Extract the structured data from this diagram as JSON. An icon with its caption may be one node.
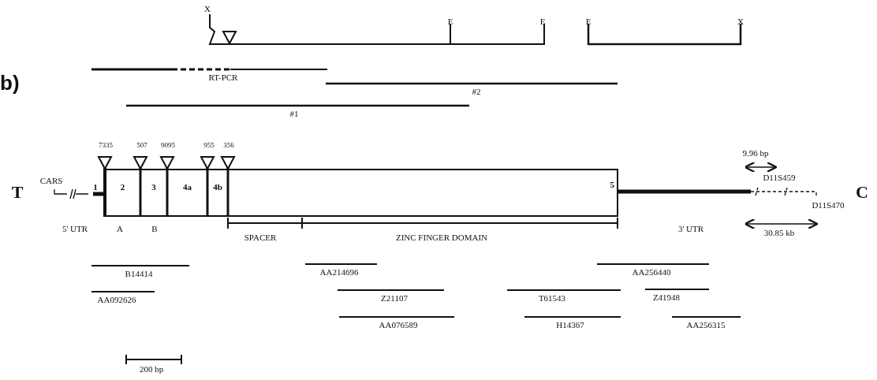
{
  "diagram": {
    "nodes": [
      {
        "text": [
          "1"
        ]
      },
      {
        "text": [
          "2"
        ]
      },
      {
        "text": [
          "3"
        ]
      },
      {
        "text": [
          "4a"
        ]
      },
      {
        "text": [
          "4b"
        ]
      },
      {
        "text": [
          "5"
        ]
      }
    ],
    "labels": [
      "b)",
      "X",
      "E",
      "E",
      "E",
      "X",
      "RT-PCR",
      "#2",
      "#1",
      "7335",
      "507",
      "9095",
      "955",
      "356",
      "T",
      "CARS",
      "C",
      "9.96 bp",
      "D11S459",
      "D11S470",
      "5' UTR",
      "A",
      "B",
      "SPACER",
      "ZINC FINGER DOMAIN",
      "3' UTR",
      "30.85 kb",
      "B14414",
      "AA092626",
      "AA214696",
      "Z21107",
      "AA076589",
      "AA256440",
      "T61543",
      "Z41948",
      "H14367",
      "AA256315",
      "200 bp"
    ]
  }
}
